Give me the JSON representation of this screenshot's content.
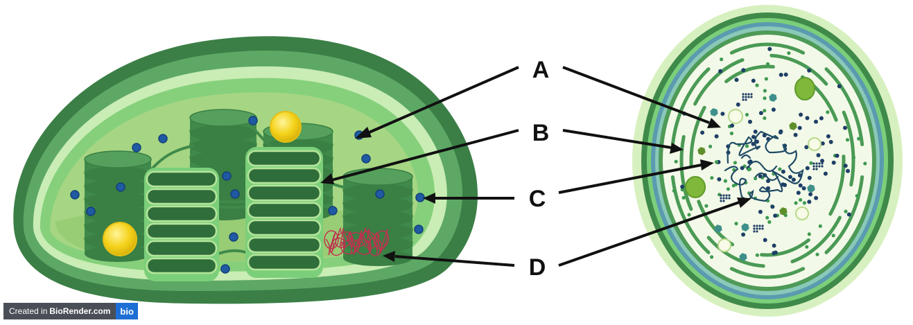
{
  "labels": {
    "a": "A",
    "b": "B",
    "c": "C",
    "d": "D"
  },
  "credit": {
    "prefix": "Created in",
    "brand": "BioRender.com",
    "logo": "bio"
  },
  "colors": {
    "outer_membrane": "#4e9a57",
    "inner_membrane": "#7ccf7a",
    "light_band": "#c3eab0",
    "stroma": "#9ed47c",
    "thylakoid": "#3f8a4a",
    "lumen": "#2f6e3a",
    "ribosome": "#1f5aa3",
    "lipid_droplet": "#f2d21b",
    "dna_loop": "#c0304f",
    "cyanobacterium_outer": "#d2efb8",
    "cyanobacterium_wall": "#5a9bb0",
    "cyanobacterium_cytoplasm": "#f3f9e8",
    "nucleoid": "#1f4a66"
  }
}
